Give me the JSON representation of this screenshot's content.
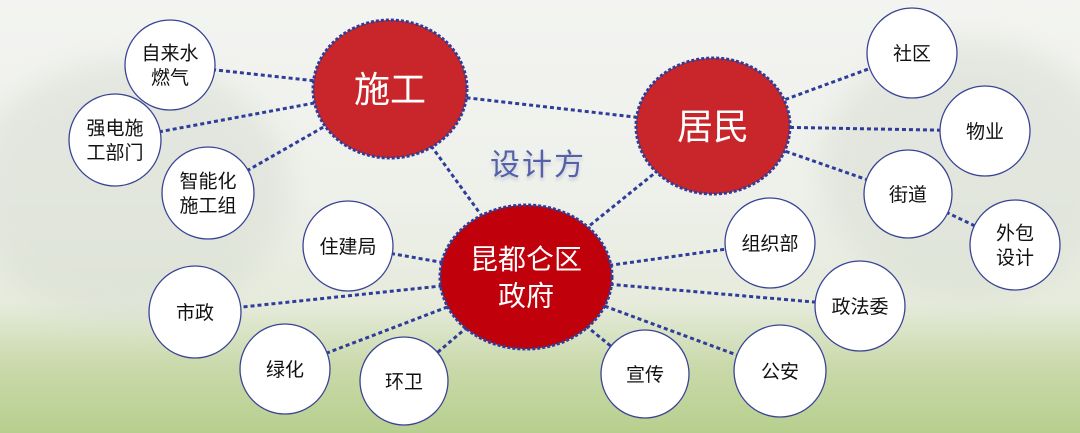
{
  "title": "设计方",
  "colors": {
    "major": "#c8262b",
    "government": "#c0000b",
    "line": "#2f3d9a",
    "minor_border": "#3a4494"
  },
  "nodes": {
    "shigong": {
      "label": [
        "施工"
      ],
      "kind": "major"
    },
    "jumin": {
      "label": [
        "居民"
      ],
      "kind": "major"
    },
    "zhengfu": {
      "label": [
        "昆都仑区",
        "政府"
      ],
      "kind": "government"
    },
    "zilaishui": {
      "label": [
        "自来水",
        "燃气"
      ],
      "kind": "minor"
    },
    "qiangdian": {
      "label": [
        "强电施",
        "工部门"
      ],
      "kind": "minor"
    },
    "zhinenghua": {
      "label": [
        "智能化",
        "施工组"
      ],
      "kind": "minor"
    },
    "zhujianju": {
      "label": [
        "住建局"
      ],
      "kind": "minor"
    },
    "shizheng": {
      "label": [
        "市政"
      ],
      "kind": "minor"
    },
    "lvhua": {
      "label": [
        "绿化"
      ],
      "kind": "minor"
    },
    "huanwei": {
      "label": [
        "环卫"
      ],
      "kind": "minor"
    },
    "xuanchuan": {
      "label": [
        "宣传"
      ],
      "kind": "minor"
    },
    "gongan": {
      "label": [
        "公安"
      ],
      "kind": "minor"
    },
    "zhengfawei": {
      "label": [
        "政法委"
      ],
      "kind": "minor"
    },
    "zuzhibu": {
      "label": [
        "组织部"
      ],
      "kind": "minor"
    },
    "jiedao": {
      "label": [
        "街道"
      ],
      "kind": "minor"
    },
    "waibao": {
      "label": [
        "外包",
        "设计"
      ],
      "kind": "minor"
    },
    "wuye": {
      "label": [
        "物业"
      ],
      "kind": "minor"
    },
    "shequ": {
      "label": [
        "社区"
      ],
      "kind": "minor"
    }
  },
  "edges": [
    [
      "shigong",
      "zilaishui"
    ],
    [
      "shigong",
      "qiangdian"
    ],
    [
      "shigong",
      "zhinenghua"
    ],
    [
      "shigong",
      "jumin"
    ],
    [
      "shigong",
      "zhengfu"
    ],
    [
      "jumin",
      "shequ"
    ],
    [
      "jumin",
      "wuye"
    ],
    [
      "jumin",
      "jiedao"
    ],
    [
      "jumin",
      "zhengfu"
    ],
    [
      "jiedao",
      "waibao"
    ],
    [
      "zhengfu",
      "zhujianju"
    ],
    [
      "zhengfu",
      "shizheng"
    ],
    [
      "zhengfu",
      "lvhua"
    ],
    [
      "zhengfu",
      "huanwei"
    ],
    [
      "zhengfu",
      "xuanchuan"
    ],
    [
      "zhengfu",
      "gongan"
    ],
    [
      "zhengfu",
      "zhengfawei"
    ],
    [
      "zhengfu",
      "zuzhibu"
    ]
  ]
}
